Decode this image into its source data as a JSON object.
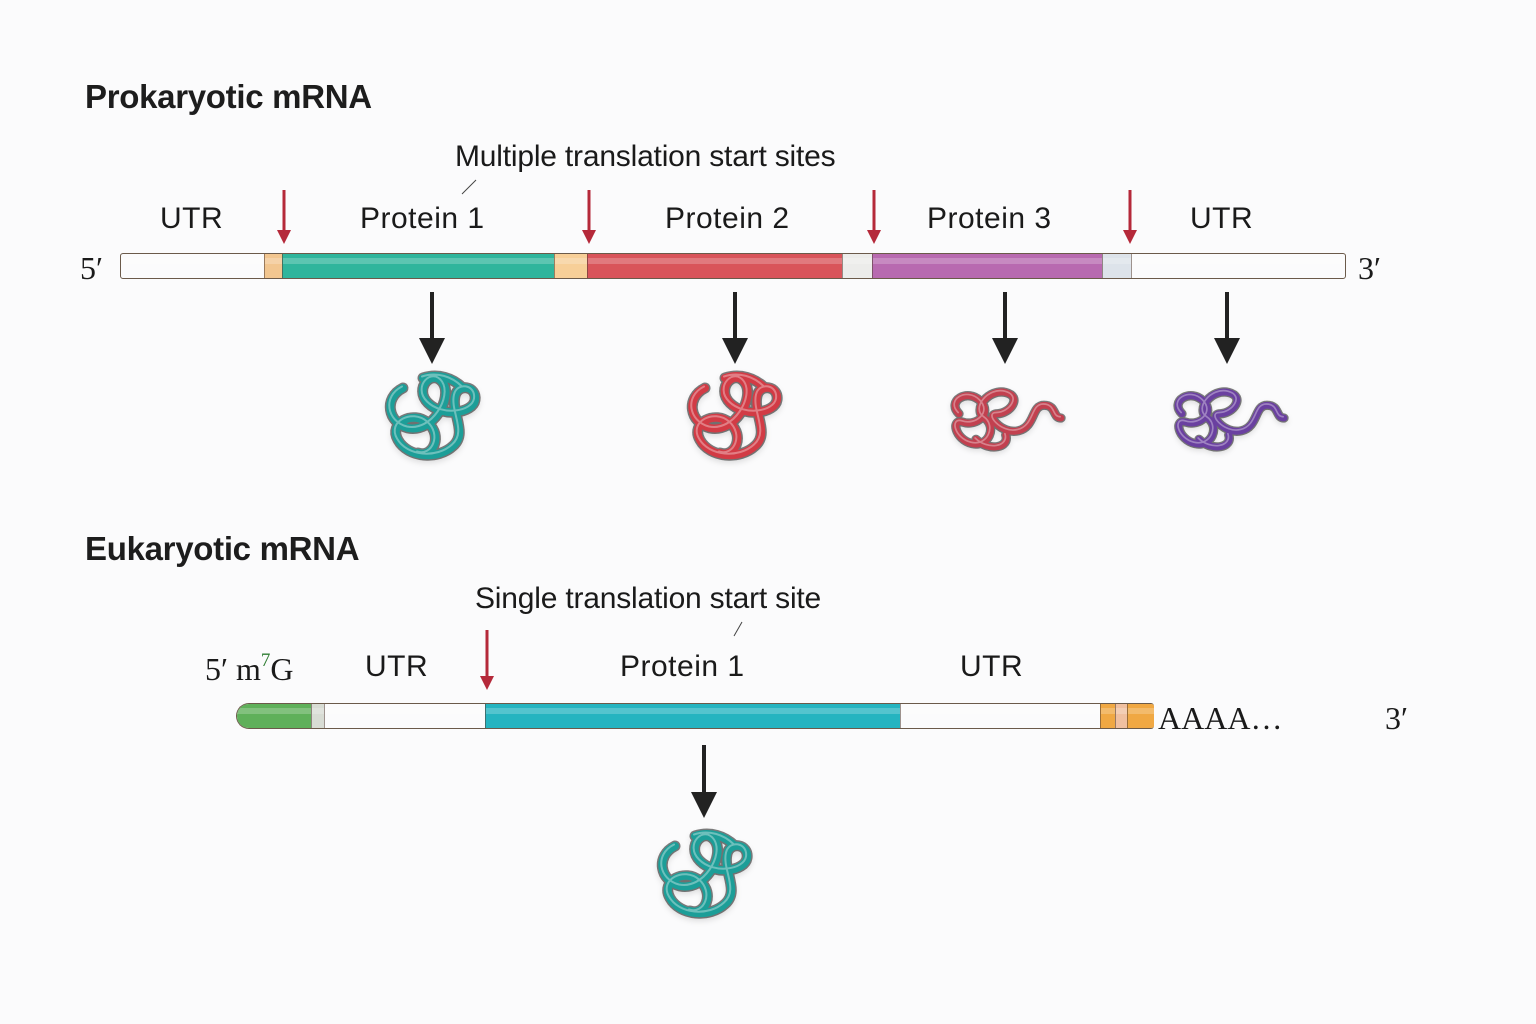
{
  "prokaryotic": {
    "title": "Prokaryotic mRNA",
    "annotation": "Multiple translation start sites",
    "five_prime": "5′",
    "three_prime": "3′",
    "region_labels": [
      "UTR",
      "Protein 1",
      "Protein 2",
      "Protein 3",
      "UTR"
    ],
    "segments": [
      {
        "name": "5-utr",
        "color": "#e6d87a"
      },
      {
        "name": "rbs-1",
        "color": "#f2c690"
      },
      {
        "name": "protein-1",
        "color": "#2fb59c"
      },
      {
        "name": "spacer-1",
        "color": "#f7cf98"
      },
      {
        "name": "protein-2",
        "color": "#d9545a"
      },
      {
        "name": "spacer-2",
        "color": "#ececea"
      },
      {
        "name": "protein-3",
        "color": "#b86ab0"
      },
      {
        "name": "spacer-3",
        "color": "#dde3ea"
      },
      {
        "name": "3-utr",
        "color": "#f4b98a"
      }
    ],
    "start_site_count": 4,
    "products": [
      {
        "name": "protein-1",
        "color": "#1f9e98"
      },
      {
        "name": "protein-2",
        "color": "#d23a44"
      },
      {
        "name": "protein-3",
        "color": "#c2404f"
      },
      {
        "name": "protein-4",
        "color": "#6a3fa0"
      }
    ]
  },
  "eukaryotic": {
    "title": "Eukaryotic mRNA",
    "annotation": "Single translation start site",
    "five_prime": "5′",
    "cap": "m",
    "cap_superscript": "7",
    "cap_suffix": "G",
    "three_prime": "3′",
    "poly_a": "AAAA…",
    "region_labels": [
      "UTR",
      "Protein 1",
      "UTR"
    ],
    "segments": [
      {
        "name": "cap",
        "color": "#5fb05a"
      },
      {
        "name": "cap-linker",
        "color": "#d8dcd4"
      },
      {
        "name": "5-utr",
        "color": "#f6bd88"
      },
      {
        "name": "protein-1",
        "color": "#25b4c0"
      },
      {
        "name": "3-utr",
        "color": "#f6bf8e"
      },
      {
        "name": "poly-a-signal-1",
        "color": "#f0a843"
      },
      {
        "name": "poly-a-gap",
        "color": "#f0c0a0"
      },
      {
        "name": "poly-a-signal-2",
        "color": "#f0a843"
      }
    ],
    "start_site_count": 1,
    "products": [
      {
        "name": "protein-1",
        "color": "#1f9e98"
      }
    ]
  },
  "colors": {
    "start_arrow": "#b5293a",
    "translation_arrow": "#222222"
  }
}
